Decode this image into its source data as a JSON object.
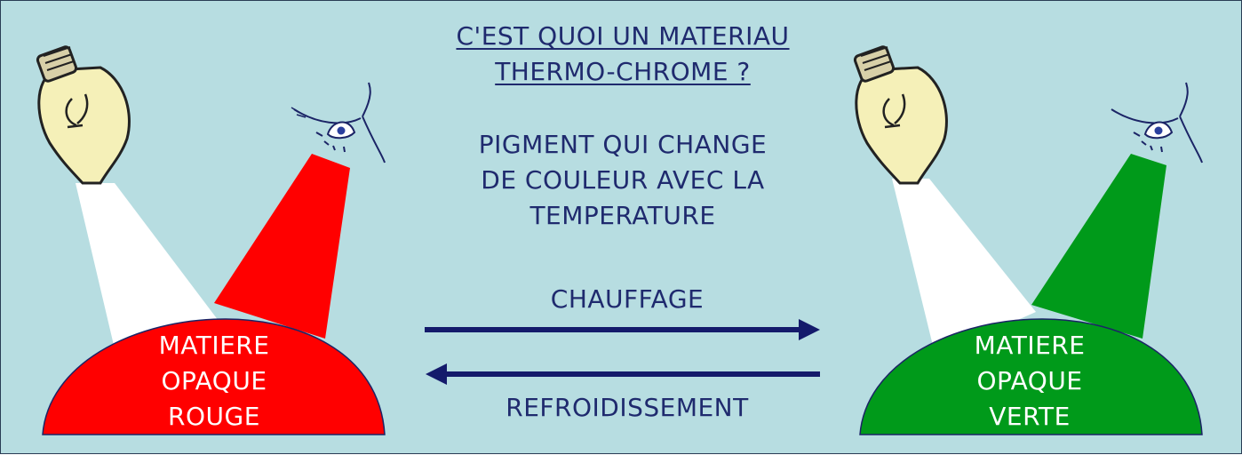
{
  "title": {
    "line1": "C'EST QUOI UN MATERIAU",
    "line2": "THERMO-CHROME ?"
  },
  "definition": {
    "line1": "PIGMENT QUI CHANGE",
    "line2": "DE COULEUR AVEC LA",
    "line3": "TEMPERATURE"
  },
  "arrows": {
    "heating": "CHAUFFAGE",
    "cooling": "REFROIDISSEMENT"
  },
  "left_matter": {
    "line1": "MATIERE",
    "line2": "OPAQUE",
    "line3": "ROUGE",
    "color": "#ff0000"
  },
  "right_matter": {
    "line1": "MATIERE",
    "line2": "OPAQUE",
    "line3": "VERTE",
    "color": "#009a1a"
  },
  "colors": {
    "background": "#b7dde1",
    "text": "#1f2a6e",
    "arrow": "#141a6b",
    "bulb": "#f5f0b8",
    "light_beam": "#ffffff"
  },
  "icons": [
    "light-bulb-icon",
    "eye-icon"
  ]
}
